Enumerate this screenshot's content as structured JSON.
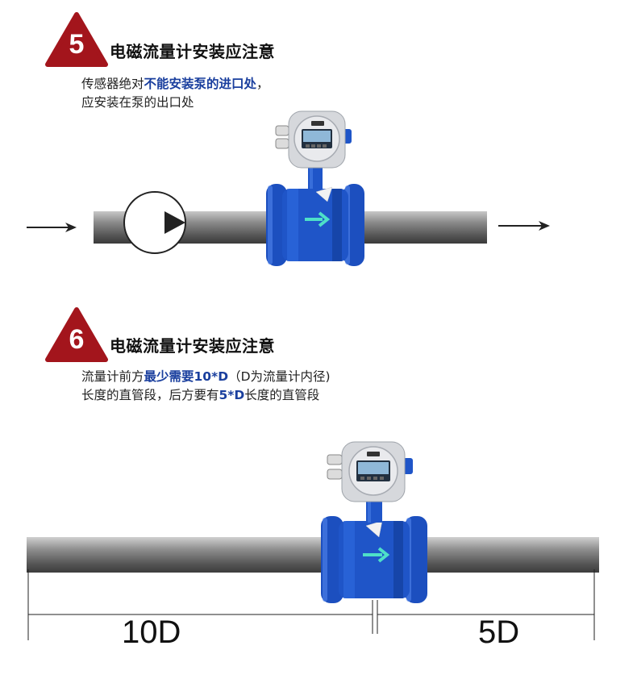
{
  "colors": {
    "badge_red": "#a3151c",
    "highlight_blue": "#1a3f9e",
    "meter_blue": "#1f55c8",
    "flow_arrow_teal": "#4ee0c8"
  },
  "sections": [
    {
      "number": "5",
      "title": "电磁流量计安装应注意",
      "line1_pre": "传感器绝对",
      "line1_hl": "不能安装泵的进口处",
      "line1_post": "，",
      "line2": "应安装在泵的出口处"
    },
    {
      "number": "6",
      "title": "电磁流量计安装应注意",
      "line1_pre": "流量计前方",
      "line1_hl": "最少需要10*D",
      "line1_post": "（D为流量计内径)",
      "line2_pre": "长度的直管段，后方要有",
      "line2_hl": "5*D",
      "line2_post": "长度的直管段"
    }
  ],
  "dimensions": {
    "upstream": "10D",
    "downstream": "5D"
  },
  "icons": [
    "flow-arrow-icon",
    "pump-icon",
    "flow-direction-icon"
  ]
}
